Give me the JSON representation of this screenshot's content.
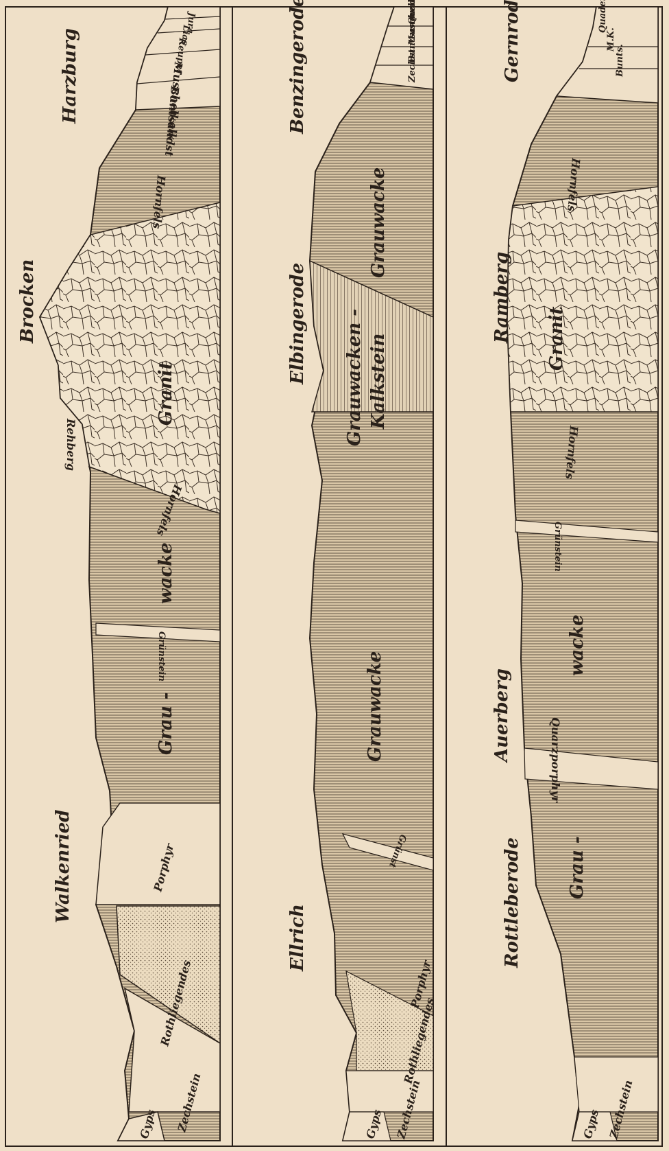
{
  "sections": [
    {
      "places": [
        "Walkenried",
        "Rehberg",
        "Brocken",
        "Harzburg"
      ],
      "rocks": {
        "gyps": "Gyps",
        "zechstein": "Zechstein",
        "rothliegendes": "Rothliegendes",
        "porphyr": "Porphyr",
        "grau": "Grau -",
        "wacke": "wacke",
        "gruenstein": "Grünstein",
        "hornfels_lower": "Hornfels",
        "granit": "Granit",
        "hornfels_upper": "Hornfels",
        "buntsandst": "Buntsandst",
        "muschelkalk": "Muschelkalk",
        "keuper": "Keuper",
        "lias": "Lias",
        "jura": "Jura"
      }
    },
    {
      "places": [
        "Ellrich",
        "Elbingerode",
        "Benzingerode"
      ],
      "rocks": {
        "gyps": "Gyps",
        "zechstein": "Zechstein",
        "rothliegendes": "Rothliegendes",
        "porphyr": "Porphyr",
        "gruenst": "Grünst",
        "grauwacke_lower": "Grauwacke",
        "grauwacken": "Grauwacken -",
        "kalkstein": "Kalkstein",
        "grauwacke_upper": "Grauwacke",
        "zechst": "Zechst.",
        "buntsand": "Buntsand",
        "muschelk": "Muschelk",
        "quader": "Quader"
      }
    },
    {
      "places": [
        "Rottleberode",
        "Auerberg",
        "Ramberg",
        "Gernrode"
      ],
      "rocks": {
        "gyps": "Gyps",
        "zechstein": "Zechstein",
        "grau": "Grau -",
        "quarzporphyr": "Quarzporphyr",
        "wacke": "wacke",
        "gruenstein": "Grünstein",
        "hornfels_lower": "Hornfels",
        "granit": "Granit",
        "hornfels_upper": "Hornfels",
        "bunts": "Bunts.",
        "mk": "M.K.",
        "quader": "Quader"
      }
    }
  ],
  "colors": {
    "paper": "#efe0c8",
    "ink": "#2a211a",
    "hatch": "#6e5f4f"
  }
}
